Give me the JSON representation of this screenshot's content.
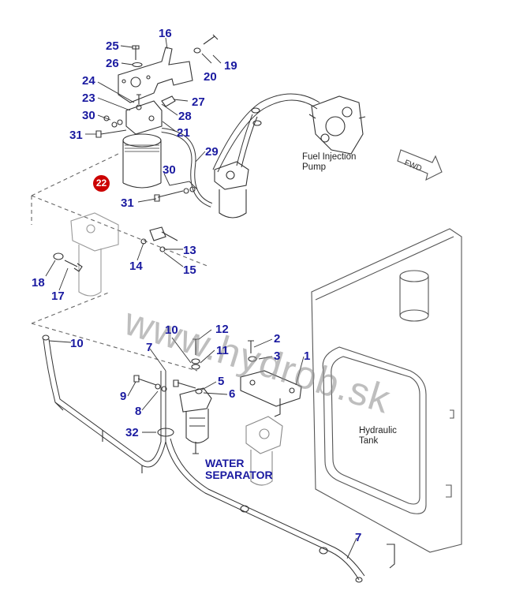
{
  "labels": {
    "n25": "25",
    "n16": "16",
    "n26": "26",
    "n19": "19",
    "n20": "20",
    "n24": "24",
    "n23": "23",
    "n27": "27",
    "n30a": "30",
    "n28": "28",
    "n31a": "31",
    "n21": "21",
    "n29": "29",
    "n30b": "30",
    "n31b": "31",
    "n14": "14",
    "n13": "13",
    "n15": "15",
    "n18": "18",
    "n17": "17",
    "n10a": "10",
    "n10b": "10",
    "n12": "12",
    "n7a": "7",
    "n11": "11",
    "n2": "2",
    "n3": "3",
    "n1": "1",
    "n5": "5",
    "n6": "6",
    "n9": "9",
    "n8": "8",
    "n32": "32",
    "n7b": "7"
  },
  "badge": {
    "text": "22",
    "color": "#cc0000"
  },
  "notes": {
    "fuel_injection_pump": [
      "Fuel Injection",
      "Pump"
    ],
    "hydraulic_tank": [
      "Hydraulic",
      "Tank"
    ],
    "water_separator": [
      "WATER",
      "SEPARATOR"
    ],
    "fwd": "FWD"
  },
  "watermark": "www.hydrob.sk",
  "colors": {
    "label": "#1a1aa0",
    "line": "#333333",
    "badge": "#cc0000"
  }
}
